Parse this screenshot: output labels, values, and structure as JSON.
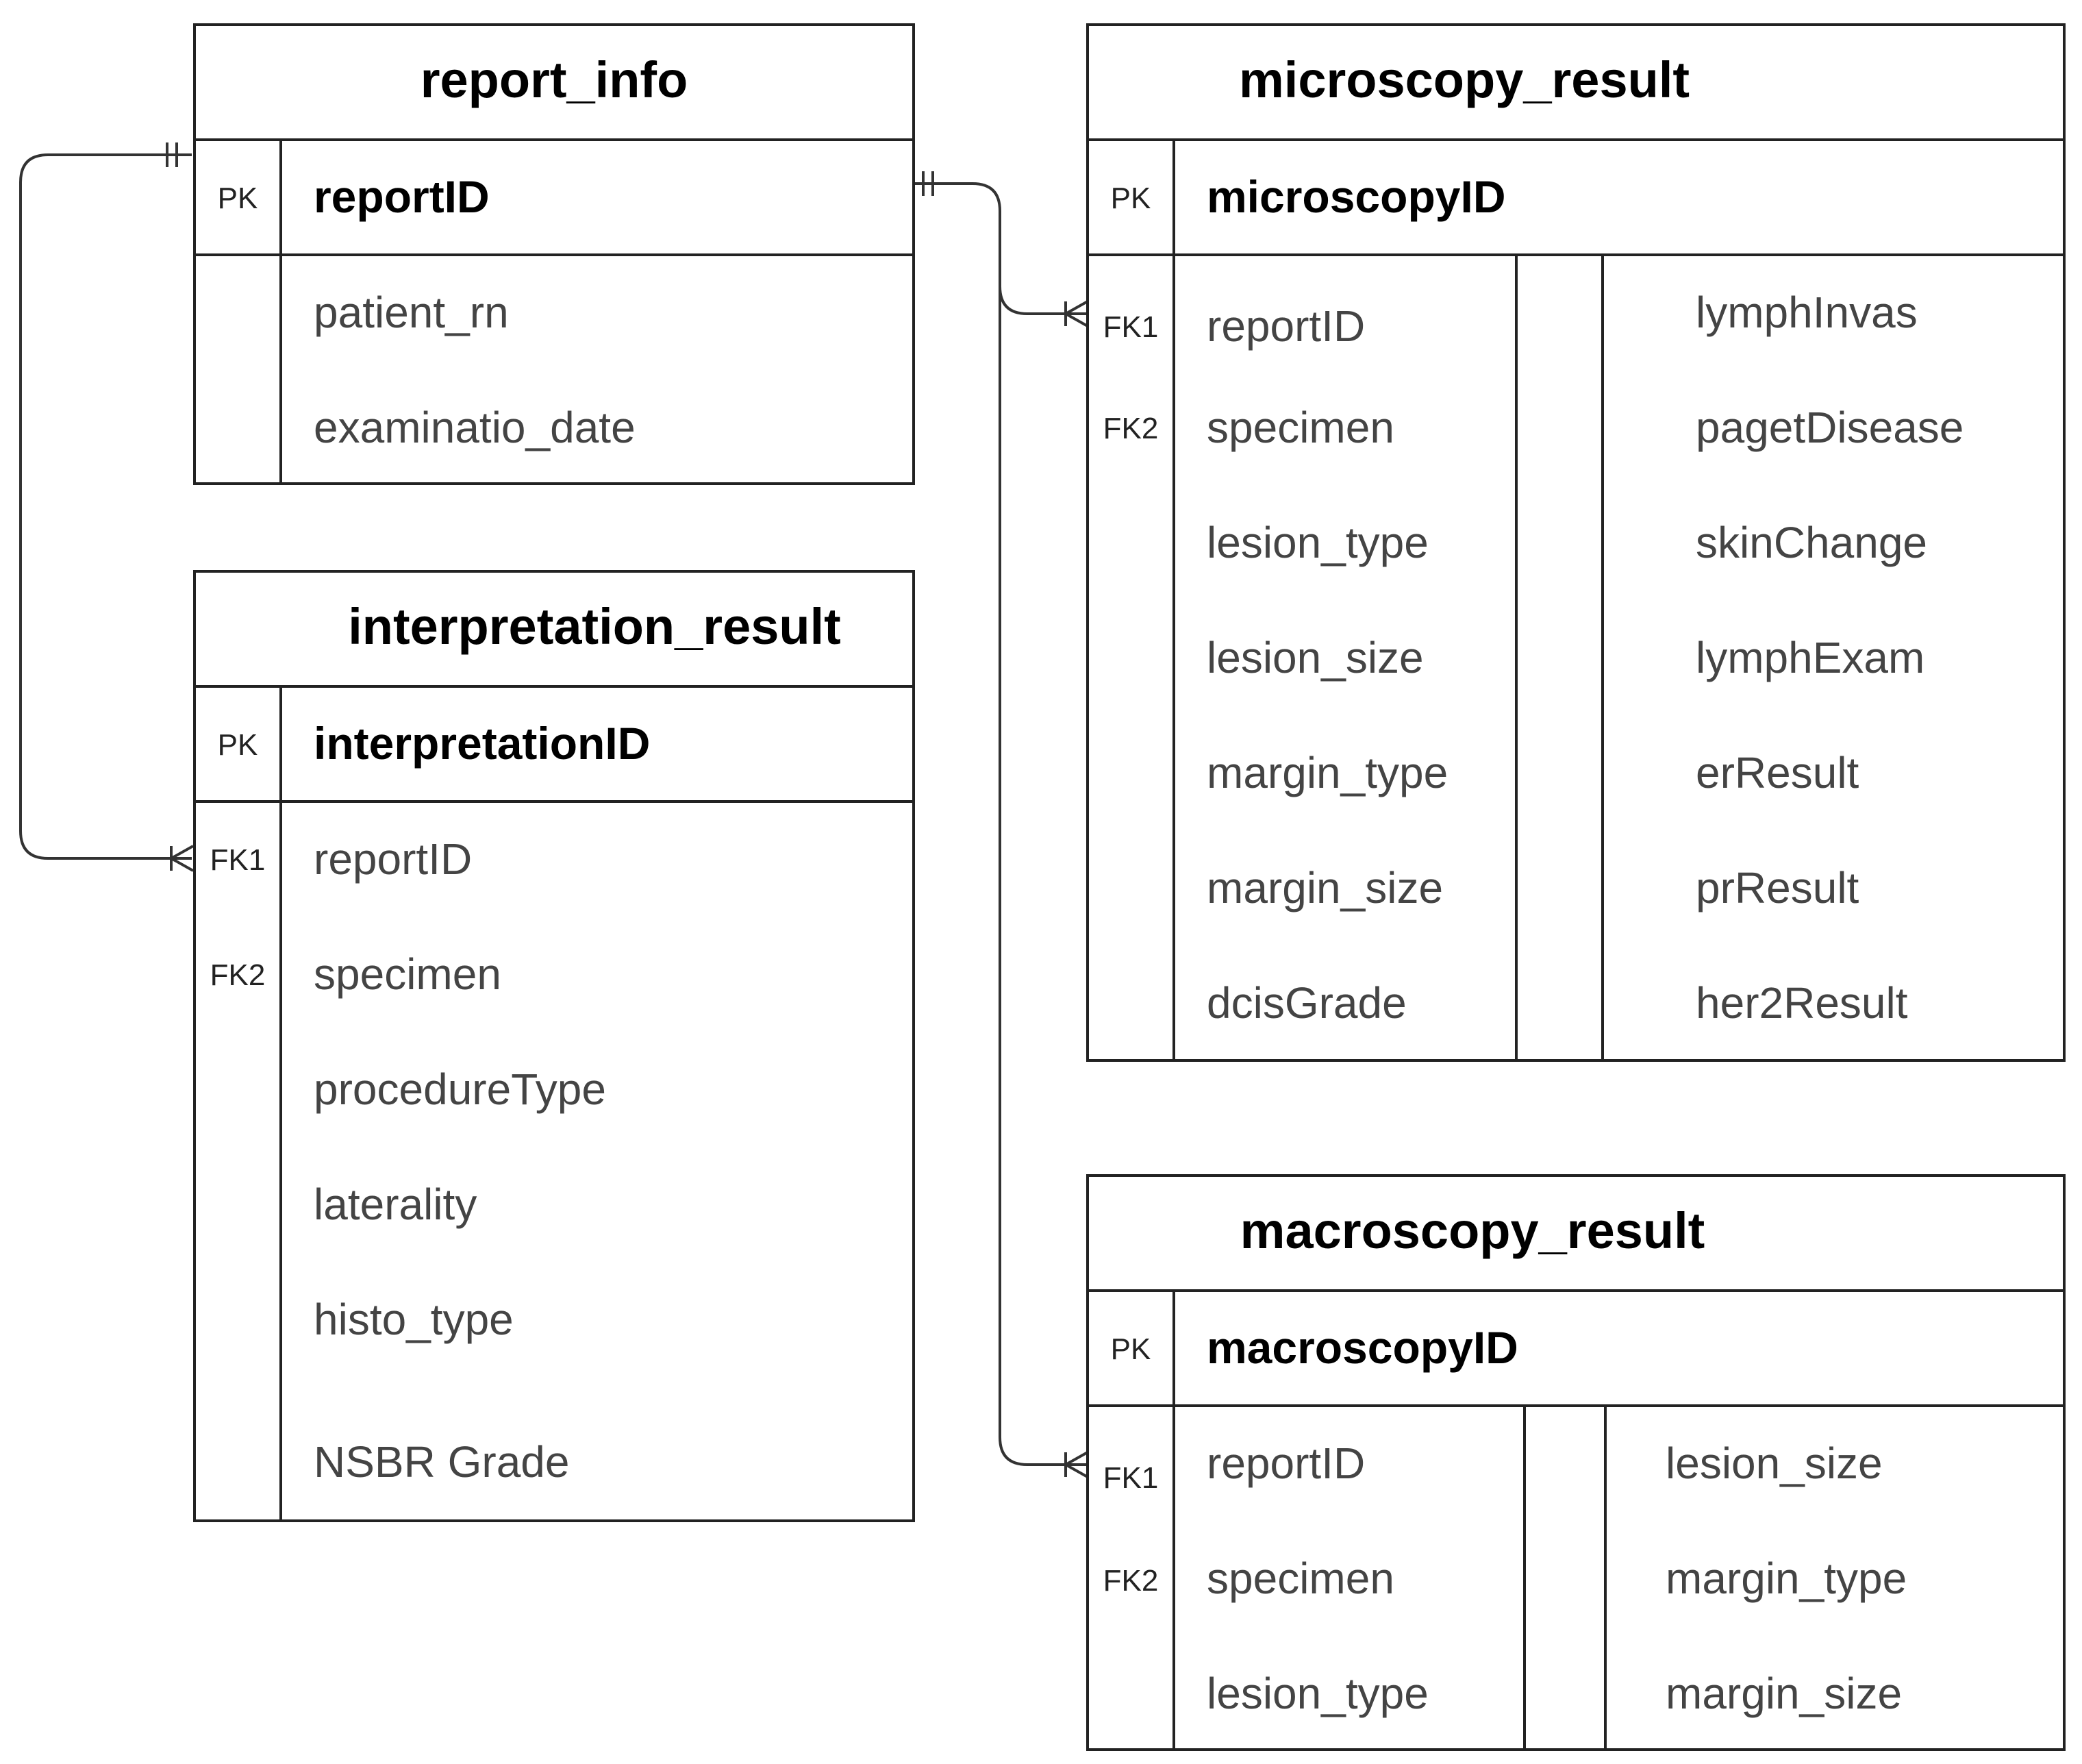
{
  "tables": {
    "report_info": {
      "title": "report_info",
      "pk_key": "PK",
      "pk_name": "reportID",
      "fields": [
        "patient_rn",
        "examinatio_date"
      ]
    },
    "interpretation_result": {
      "title": "interpretation_result",
      "pk_key": "PK",
      "pk_name": "interpretationID",
      "fk1": "FK1",
      "fk2": "FK2",
      "fields": [
        "reportID",
        "specimen",
        "procedureType",
        "laterality",
        "histo_type",
        "NSBR Grade"
      ]
    },
    "microscopy_result": {
      "title": "microscopy_result",
      "pk_key": "PK",
      "pk_name": "microscopyID",
      "fk1": "FK1",
      "fk2": "FK2",
      "fields_left": [
        "reportID",
        "specimen",
        "lesion_type",
        "lesion_size",
        "margin_type",
        "margin_size",
        "dcisGrade"
      ],
      "fields_right": [
        "lymphInvas",
        "pagetDisease",
        "skinChange",
        "lymphExam",
        "erResult",
        "prResult",
        "her2Result"
      ]
    },
    "macroscopy_result": {
      "title": "macroscopy_result",
      "pk_key": "PK",
      "pk_name": "macroscopyID",
      "fk1": "FK1",
      "fk2": "FK2",
      "fields_left": [
        "reportID",
        "specimen",
        "lesion_type"
      ],
      "fields_right": [
        "lesion_size",
        "margin_type",
        "margin_size"
      ]
    }
  }
}
